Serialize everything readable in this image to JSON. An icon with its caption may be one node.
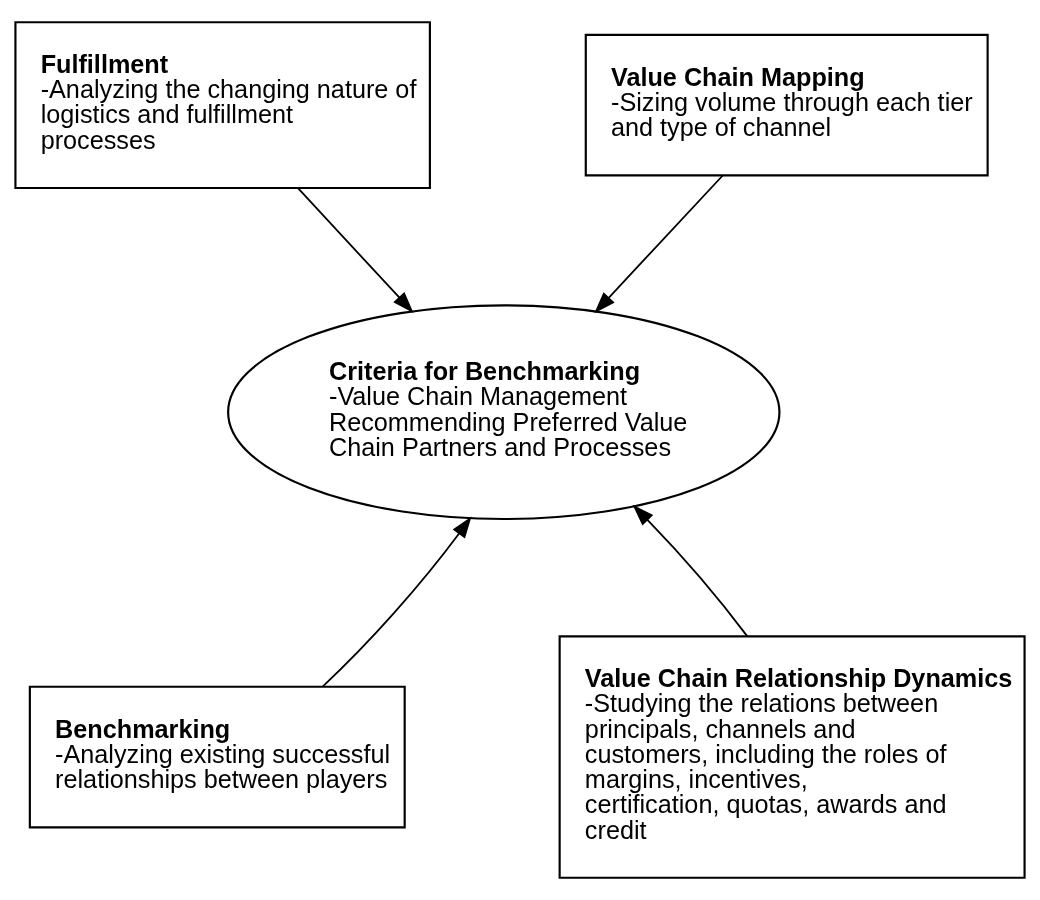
{
  "diagram": {
    "nodes": [
      {
        "text": [
          "Fulfillment",
          "-Analyzing the changing nature of logistics and fulfillment processes"
        ]
      },
      {
        "text": [
          "Value Chain Mapping",
          "-Sizing volume through each tier and type of channel"
        ]
      },
      {
        "text": [
          "Criteria for Benchmarking",
          "-Value Chain Management Recommending Preferred Value Chain Partners and Processes"
        ]
      },
      {
        "text": [
          "Benchmarking",
          "-Analyzing existing successful relationships between players"
        ]
      },
      {
        "text": [
          "Value Chain Relationship Dynamics",
          "-Studying the relations between principals, channels and customers, including the roles of margins, incentives, certification, quotas, awards and credit"
        ]
      }
    ],
    "edges": [
      {
        "from": 0,
        "to": 2,
        "arrow": "to"
      },
      {
        "from": 1,
        "to": 2,
        "arrow": "to"
      },
      {
        "from": 3,
        "to": 2,
        "arrow": "to"
      },
      {
        "from": 4,
        "to": 2,
        "arrow": "to"
      }
    ]
  }
}
